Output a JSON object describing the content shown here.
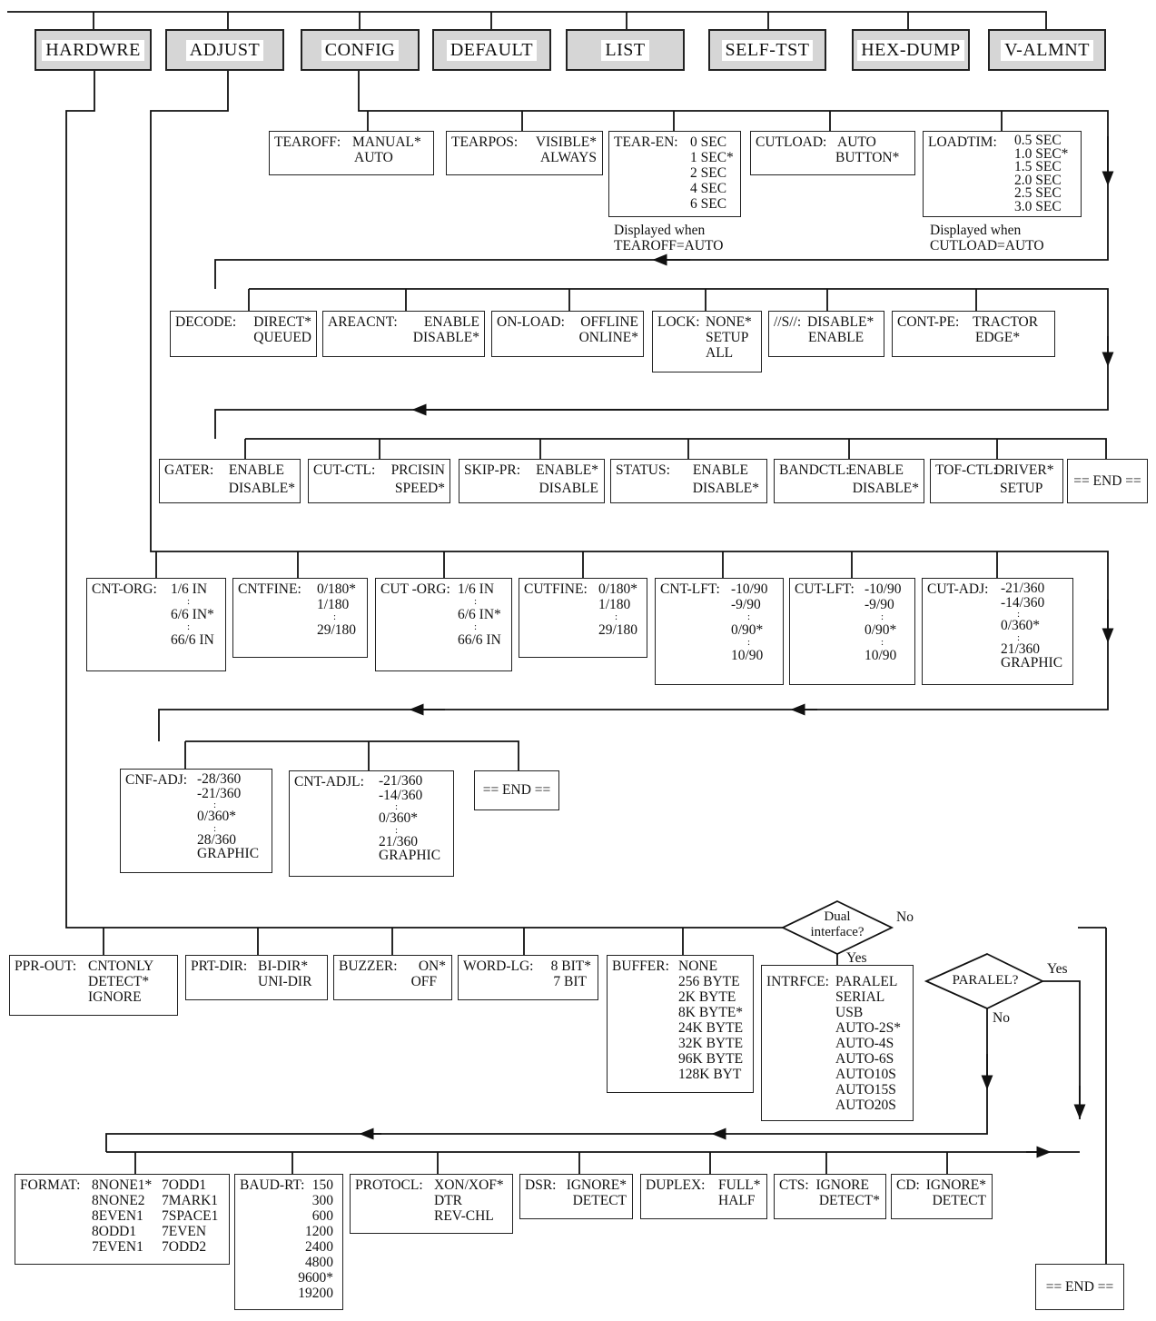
{
  "top_menu": [
    "HARDWRE",
    "ADJUST",
    "CONFIG",
    "DEFAULT",
    "LIST",
    "SELF-TST",
    "HEX-DUMP",
    "V-ALMNT"
  ],
  "config": {
    "row1": [
      {
        "label": "TEAROFF:",
        "options": [
          "MANUAL*",
          "AUTO"
        ]
      },
      {
        "label": "TEARPOS:",
        "options": [
          "VISIBLE*",
          "ALWAYS"
        ]
      },
      {
        "label": "TEAR-EN:",
        "options": [
          "0 SEC",
          "1 SEC*",
          "2 SEC",
          "4 SEC",
          "6 SEC"
        ]
      },
      {
        "label": "CUTLOAD:",
        "options": [
          "AUTO",
          "BUTTON*"
        ]
      },
      {
        "label": "LOADTIM:",
        "options": [
          "0.5 SEC",
          "1.0 SEC*",
          "1.5 SEC",
          "2.0 SEC",
          "2.5 SEC",
          "3.0 SEC"
        ]
      }
    ],
    "note_tear_en": [
      "Displayed when",
      "TEAROFF=AUTO"
    ],
    "note_loadtim": [
      "Displayed when",
      "CUTLOAD=AUTO"
    ],
    "row2": [
      {
        "label": "DECODE:",
        "options": [
          "DIRECT*",
          "QUEUED"
        ]
      },
      {
        "label": "AREACNT:",
        "options": [
          "ENABLE",
          "DISABLE*"
        ]
      },
      {
        "label": "ON-LOAD:",
        "options": [
          "OFFLINE",
          "ONLINE*"
        ]
      },
      {
        "label": "LOCK:",
        "options": [
          "NONE*",
          "SETUP",
          "ALL"
        ]
      },
      {
        "label": "//S//:",
        "options": [
          "DISABLE*",
          "ENABLE"
        ]
      },
      {
        "label": "CONT-PE:",
        "options": [
          "TRACTOR",
          "EDGE*"
        ]
      }
    ],
    "row3": [
      {
        "label": "GATER:",
        "options": [
          "ENABLE",
          "DISABLE*"
        ]
      },
      {
        "label": "CUT-CTL:",
        "options": [
          "PRCISIN",
          "SPEED*"
        ]
      },
      {
        "label": "SKIP-PR:",
        "options": [
          "ENABLE*",
          "DISABLE"
        ]
      },
      {
        "label": "STATUS:",
        "options": [
          "ENABLE",
          "DISABLE*"
        ]
      },
      {
        "label": "BANDCTL:",
        "options": [
          "ENABLE",
          "DISABLE*"
        ]
      },
      {
        "label": "TOF-CTL:",
        "options": [
          "DRIVER*",
          "SETUP"
        ]
      }
    ],
    "end": "== END =="
  },
  "adjust": {
    "row1": [
      {
        "label": "CNT-ORG:",
        "options": [
          "1/6 IN",
          ":",
          "6/6 IN*",
          ":",
          "66/6 IN"
        ]
      },
      {
        "label": "CNTFINE:",
        "options": [
          "0/180*",
          "1/180",
          ":",
          "29/180"
        ]
      },
      {
        "label": "CUT -ORG:",
        "options": [
          "1/6 IN",
          ":",
          "6/6 IN*",
          ":",
          "66/6 IN"
        ]
      },
      {
        "label": "CUTFINE:",
        "options": [
          "0/180*",
          "1/180",
          ":",
          "29/180"
        ]
      },
      {
        "label": "CNT-LFT:",
        "options": [
          "-10/90",
          "-9/90",
          ":",
          "0/90*",
          ":",
          "10/90"
        ]
      },
      {
        "label": "CUT-LFT:",
        "options": [
          "-10/90",
          "-9/90",
          ":",
          "0/90*",
          ":",
          "10/90"
        ]
      },
      {
        "label": "CUT-ADJ:",
        "options": [
          "-21/360",
          "-14/360",
          ":",
          "0/360*",
          ":",
          "21/360",
          "GRAPHIC"
        ]
      }
    ],
    "row2": [
      {
        "label": "CNF-ADJ:",
        "options": [
          "-28/360",
          "-21/360",
          ":",
          "0/360*",
          ":",
          "28/360",
          "GRAPHIC"
        ]
      },
      {
        "label": "CNT-ADJL:",
        "options": [
          "-21/360",
          "-14/360",
          ":",
          "0/360*",
          ":",
          "21/360",
          "GRAPHIC"
        ]
      }
    ],
    "end": "== END =="
  },
  "hardware": {
    "row1": [
      {
        "label": "PPR-OUT:",
        "options": [
          "CNTONLY",
          "DETECT*",
          "IGNORE"
        ]
      },
      {
        "label": "PRT-DIR:",
        "options": [
          "BI-DIR*",
          "UNI-DIR"
        ]
      },
      {
        "label": "BUZZER:",
        "options": [
          "ON*",
          "OFF"
        ]
      },
      {
        "label": "WORD-LG:",
        "options": [
          "8 BIT*",
          "7 BIT"
        ]
      },
      {
        "label": "BUFFER:",
        "options": [
          "NONE",
          "256 BYTE",
          "2K BYTE",
          "8K BYTE*",
          "24K BYTE",
          "32K BYTE",
          "96K BYTE",
          "128K BYT"
        ]
      }
    ],
    "interface": {
      "label": "INTRFCE:",
      "options": [
        "PARALEL",
        "SERIAL",
        "USB",
        "AUTO-2S*",
        "AUTO-4S",
        "AUTO-6S",
        "AUTO10S",
        "AUTO15S",
        "AUTO20S"
      ]
    },
    "decision_dual": [
      "Dual",
      "interface?"
    ],
    "decision_paralel": "PARALEL?",
    "yes": "Yes",
    "no": "No",
    "row2": [
      {
        "label": "FORMAT:",
        "options_col1": [
          "8NONE1*",
          "8NONE2",
          "8EVEN1",
          "8ODD1",
          "7EVEN1"
        ],
        "options_col2": [
          "7ODD1",
          "7MARK1",
          "7SPACE1",
          "7EVEN",
          "7ODD2"
        ]
      },
      {
        "label": "BAUD-RT:",
        "options": [
          "150",
          "300",
          "600",
          "1200",
          "2400",
          "4800",
          "9600*",
          "19200"
        ]
      },
      {
        "label": "PROTOCL:",
        "options": [
          "XON/XOF*",
          "DTR",
          "REV-CHL"
        ]
      },
      {
        "label": "DSR:",
        "options": [
          "IGNORE*",
          "DETECT"
        ]
      },
      {
        "label": "DUPLEX:",
        "options": [
          "FULL*",
          "HALF"
        ]
      },
      {
        "label": "CTS:",
        "options": [
          "IGNORE",
          "DETECT*"
        ]
      },
      {
        "label": "CD:",
        "options": [
          "IGNORE*",
          "DETECT"
        ]
      }
    ],
    "end": "== END =="
  }
}
